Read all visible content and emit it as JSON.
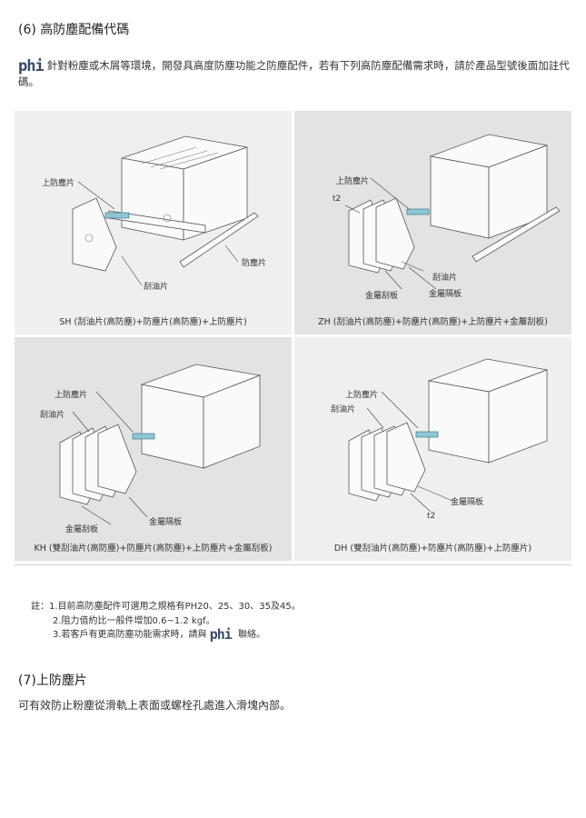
{
  "section6": {
    "title": "(6) 高防塵配備代碼"
  },
  "intro": {
    "logo": "phi",
    "text": "針對粉塵或木屑等環境，開發具高度防塵功能之防塵配件，若有下列高防塵配備需求時，請於產品型號後面加註代碼。"
  },
  "panels": [
    {
      "id": "SH",
      "caption": "SH (刮油片(高防塵)+防塵片(高防塵)+上防塵片)",
      "labels": {
        "top_seal": "上防塵片",
        "dust_strip": "防塵片",
        "scraper": "刮油片"
      }
    },
    {
      "id": "ZH",
      "caption": "ZH (刮油片(高防塵)+防塵片(高防塵)+上防塵片+金屬刮板)",
      "labels": {
        "top_seal": "上防塵片",
        "t2": "t2",
        "scraper": "刮油片",
        "metal_scraper": "金屬刮板",
        "spacer": "金屬隔板"
      }
    },
    {
      "id": "KH",
      "caption": "KH (雙刮油片(高防塵)+防塵片(高防塵)+上防塵片+金屬刮板)",
      "labels": {
        "top_seal": "上防塵片",
        "scraper": "刮油片",
        "metal_scraper": "金屬刮板",
        "spacer": "金屬隔板"
      }
    },
    {
      "id": "DH",
      "caption": "DH (雙刮油片(高防塵)+防塵片(高防塵)+上防塵片)",
      "labels": {
        "top_seal": "上防塵片",
        "scraper": "刮油片",
        "spacer": "金屬隔板",
        "t2": "t2"
      }
    }
  ],
  "notes": {
    "prefix": "註：",
    "line1": "1.目前高防塵配件可選用之規格有PH20、25、30、35及45。",
    "line2": "2.阻力值約比一般件增加0.6~1.2 kgf。",
    "line3": "3.若客戶有更高防塵功能需求時，請與",
    "logo": "phi",
    "line3_end": "聯絡。"
  },
  "section7": {
    "title": "(7)上防塵片",
    "text": "可有效防止粉塵從滑軌上表面或螺栓孔處進入滑塊內部。"
  }
}
